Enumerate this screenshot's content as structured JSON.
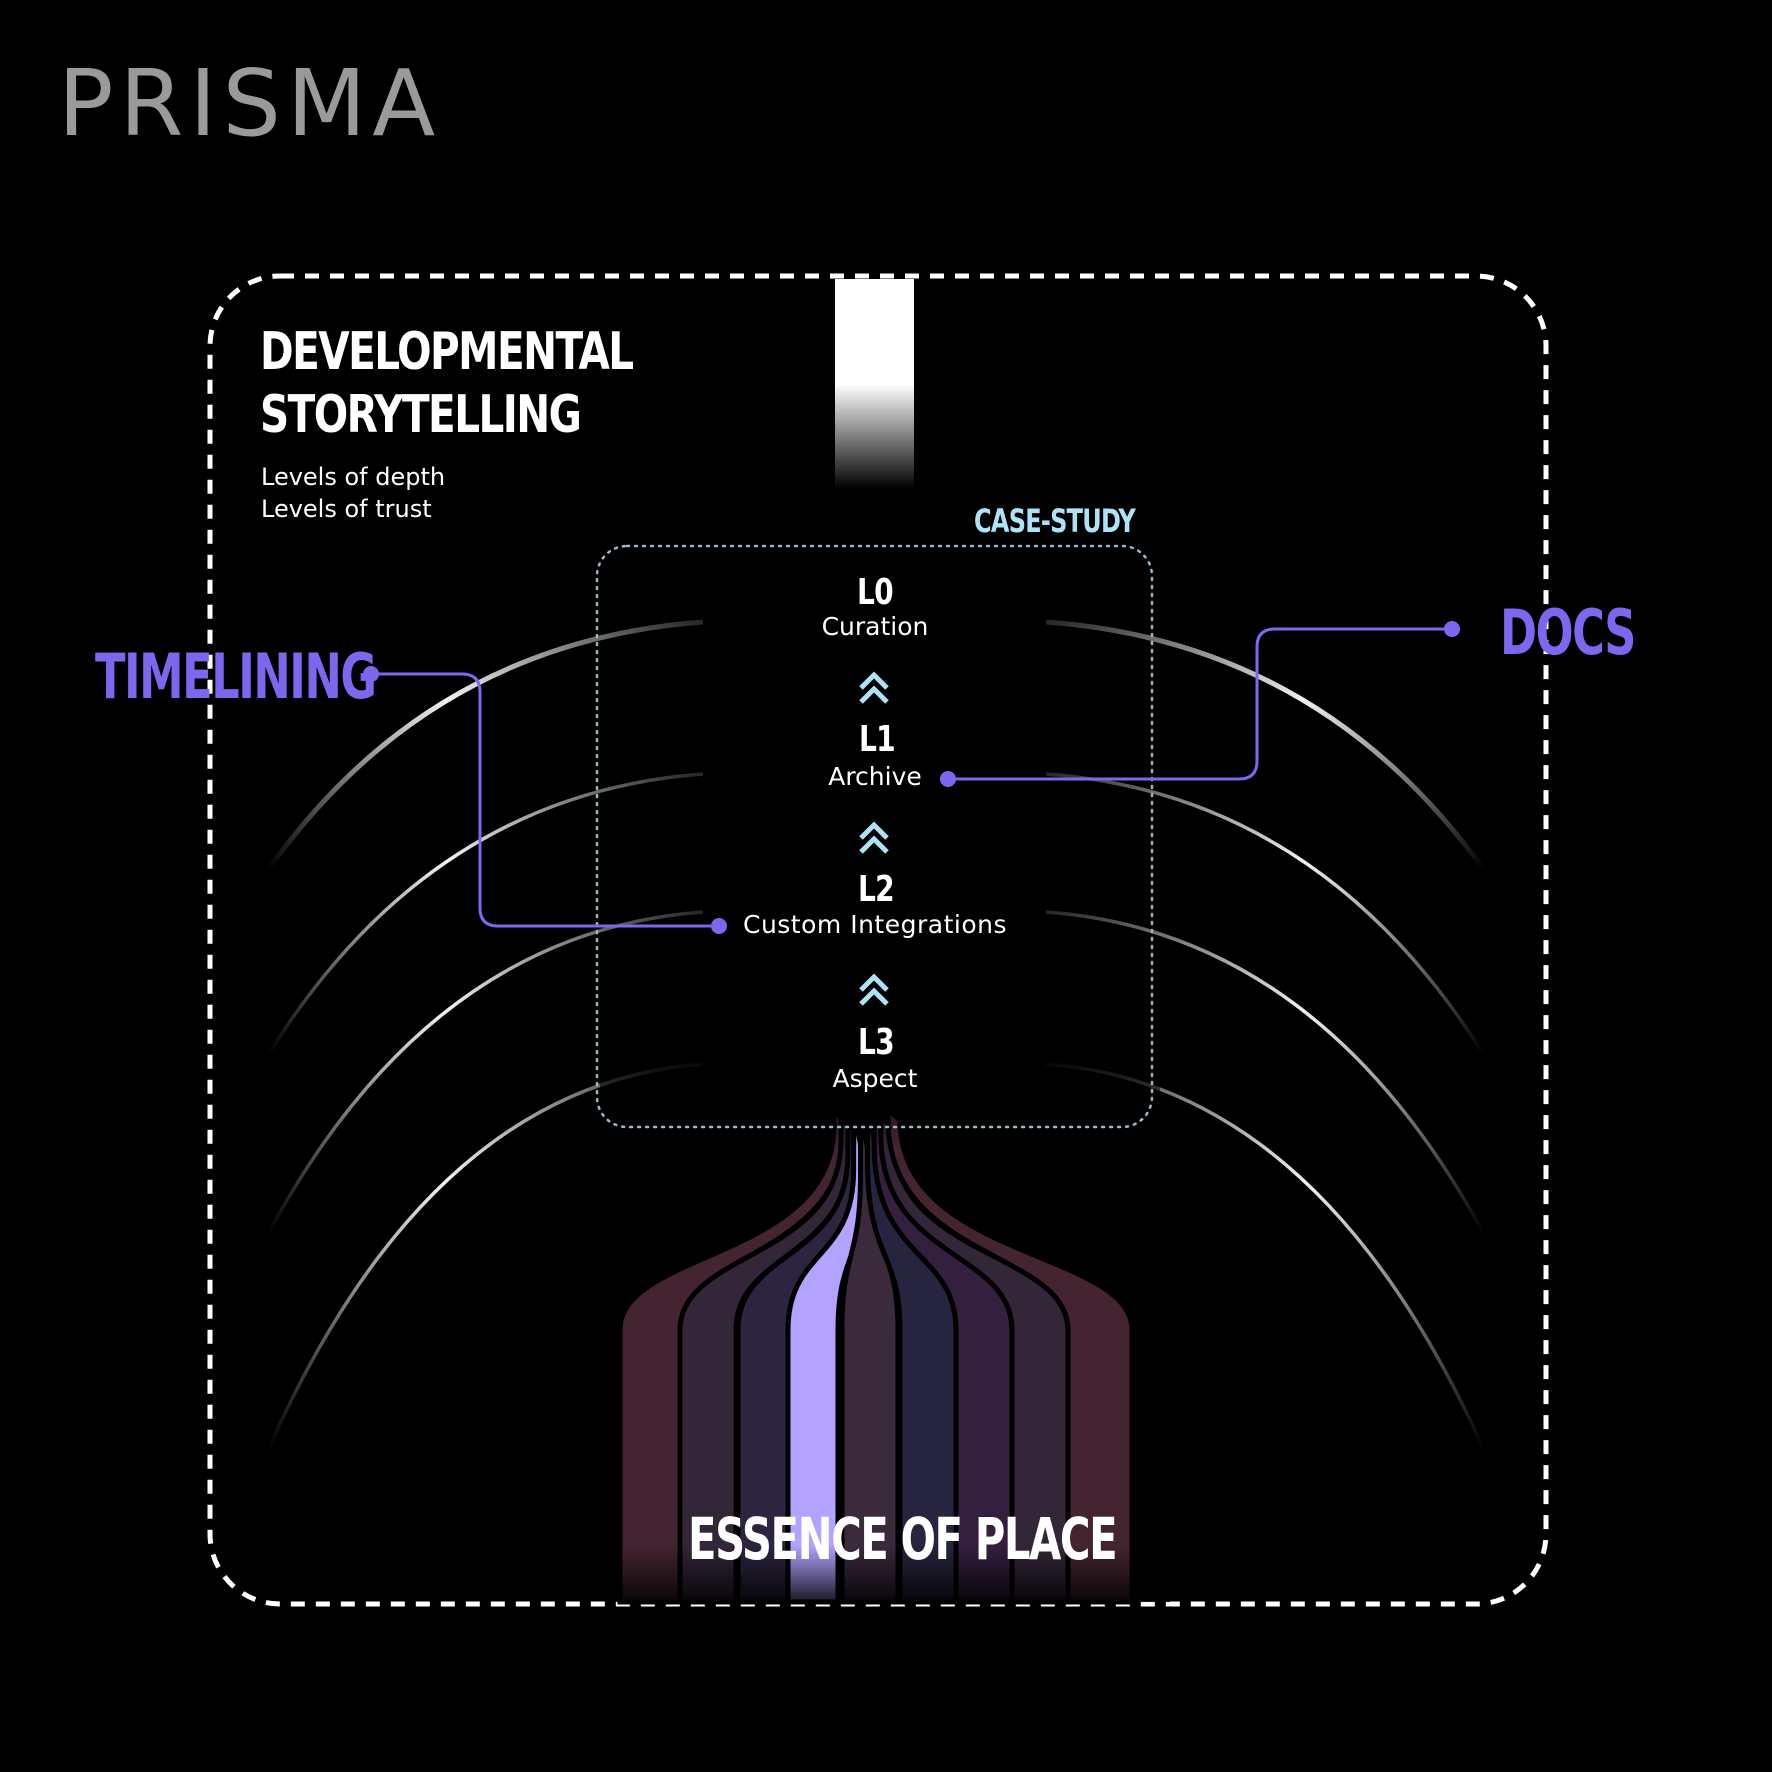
{
  "brand": {
    "logo_text": "PRISMA"
  },
  "header": {
    "title_line1": "DEVELOPMENTAL",
    "title_line2": "STORYTELLING",
    "subtitle_line1": "Levels of depth",
    "subtitle_line2": "Levels of trust"
  },
  "case_study_label": "CASE-STUDY",
  "levels": [
    {
      "code": "L0",
      "name": "Curation"
    },
    {
      "code": "L1",
      "name": "Archive"
    },
    {
      "code": "L2",
      "name": "Custom Integrations"
    },
    {
      "code": "L3",
      "name": "Aspect"
    }
  ],
  "connectors": {
    "left_label": "TIMELINING",
    "right_label": "DOCS"
  },
  "footer_label": "ESSENCE OF PLACE",
  "colors": {
    "background": "#000000",
    "accent": "#7b68ee",
    "case_study": "#aee2f7",
    "chevron": "#aee2f7",
    "logo": "#9a9a9a",
    "stream_light": "#b3a2ff",
    "stream_maroon": "#452431"
  }
}
